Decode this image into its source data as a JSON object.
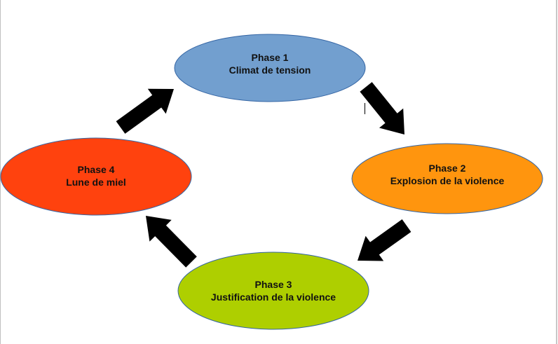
{
  "diagram": {
    "type": "cycle",
    "nodes": [
      {
        "id": "phase1",
        "title": "Phase 1",
        "subtitle": "Climat de tension",
        "color": "#729fcf"
      },
      {
        "id": "phase2",
        "title": "Phase 2",
        "subtitle": "Explosion de la violence",
        "color": "#ff950e"
      },
      {
        "id": "phase3",
        "title": "Phase 3",
        "subtitle": "Justification de la violence",
        "color": "#aecf00"
      },
      {
        "id": "phase4",
        "title": "Phase 4",
        "subtitle": "Lune de miel",
        "color": "#ff420e"
      }
    ],
    "edges": [
      {
        "from": "phase1",
        "to": "phase2"
      },
      {
        "from": "phase2",
        "to": "phase3"
      },
      {
        "from": "phase3",
        "to": "phase4"
      },
      {
        "from": "phase4",
        "to": "phase1"
      }
    ],
    "stroke_color": "#3465a4",
    "arrow_color": "#000000"
  }
}
